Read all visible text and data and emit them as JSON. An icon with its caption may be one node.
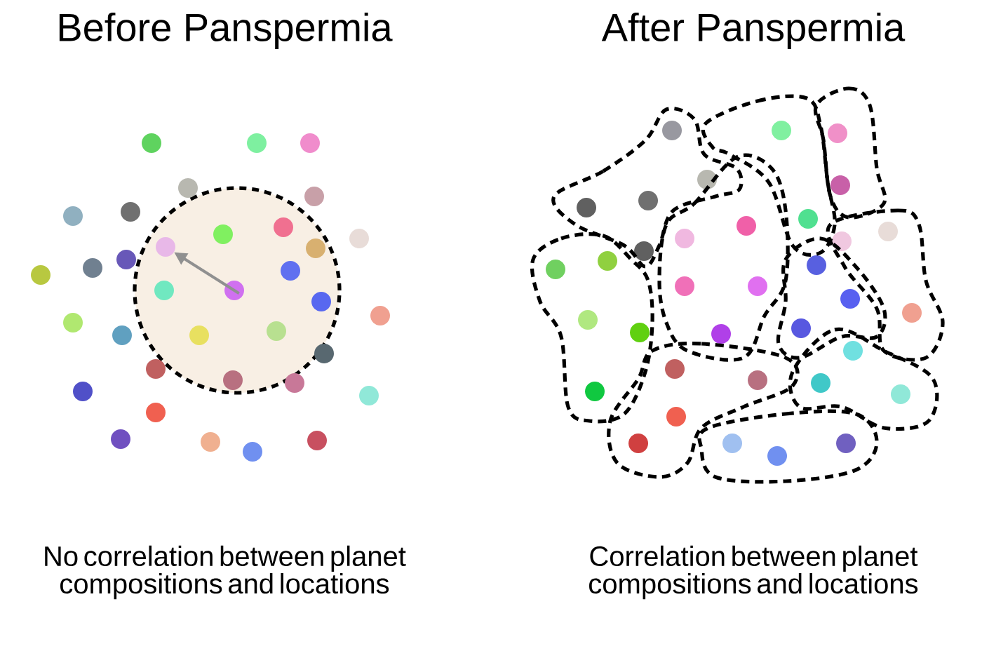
{
  "diagram": {
    "nodes": [
      {
        "text": [],
        "shape": "circle"
      },
      {
        "text": [],
        "shape": "circle"
      }
    ],
    "edges": [
      {
        "from": 1,
        "to": 0,
        "arrow": "to",
        "color": "#909090"
      }
    ],
    "labels": [
      "Before Panspermia",
      "After Panspermia",
      "No correlation between planet compositions and locations",
      "Correlation between planet compositions and locations"
    ]
  }
}
